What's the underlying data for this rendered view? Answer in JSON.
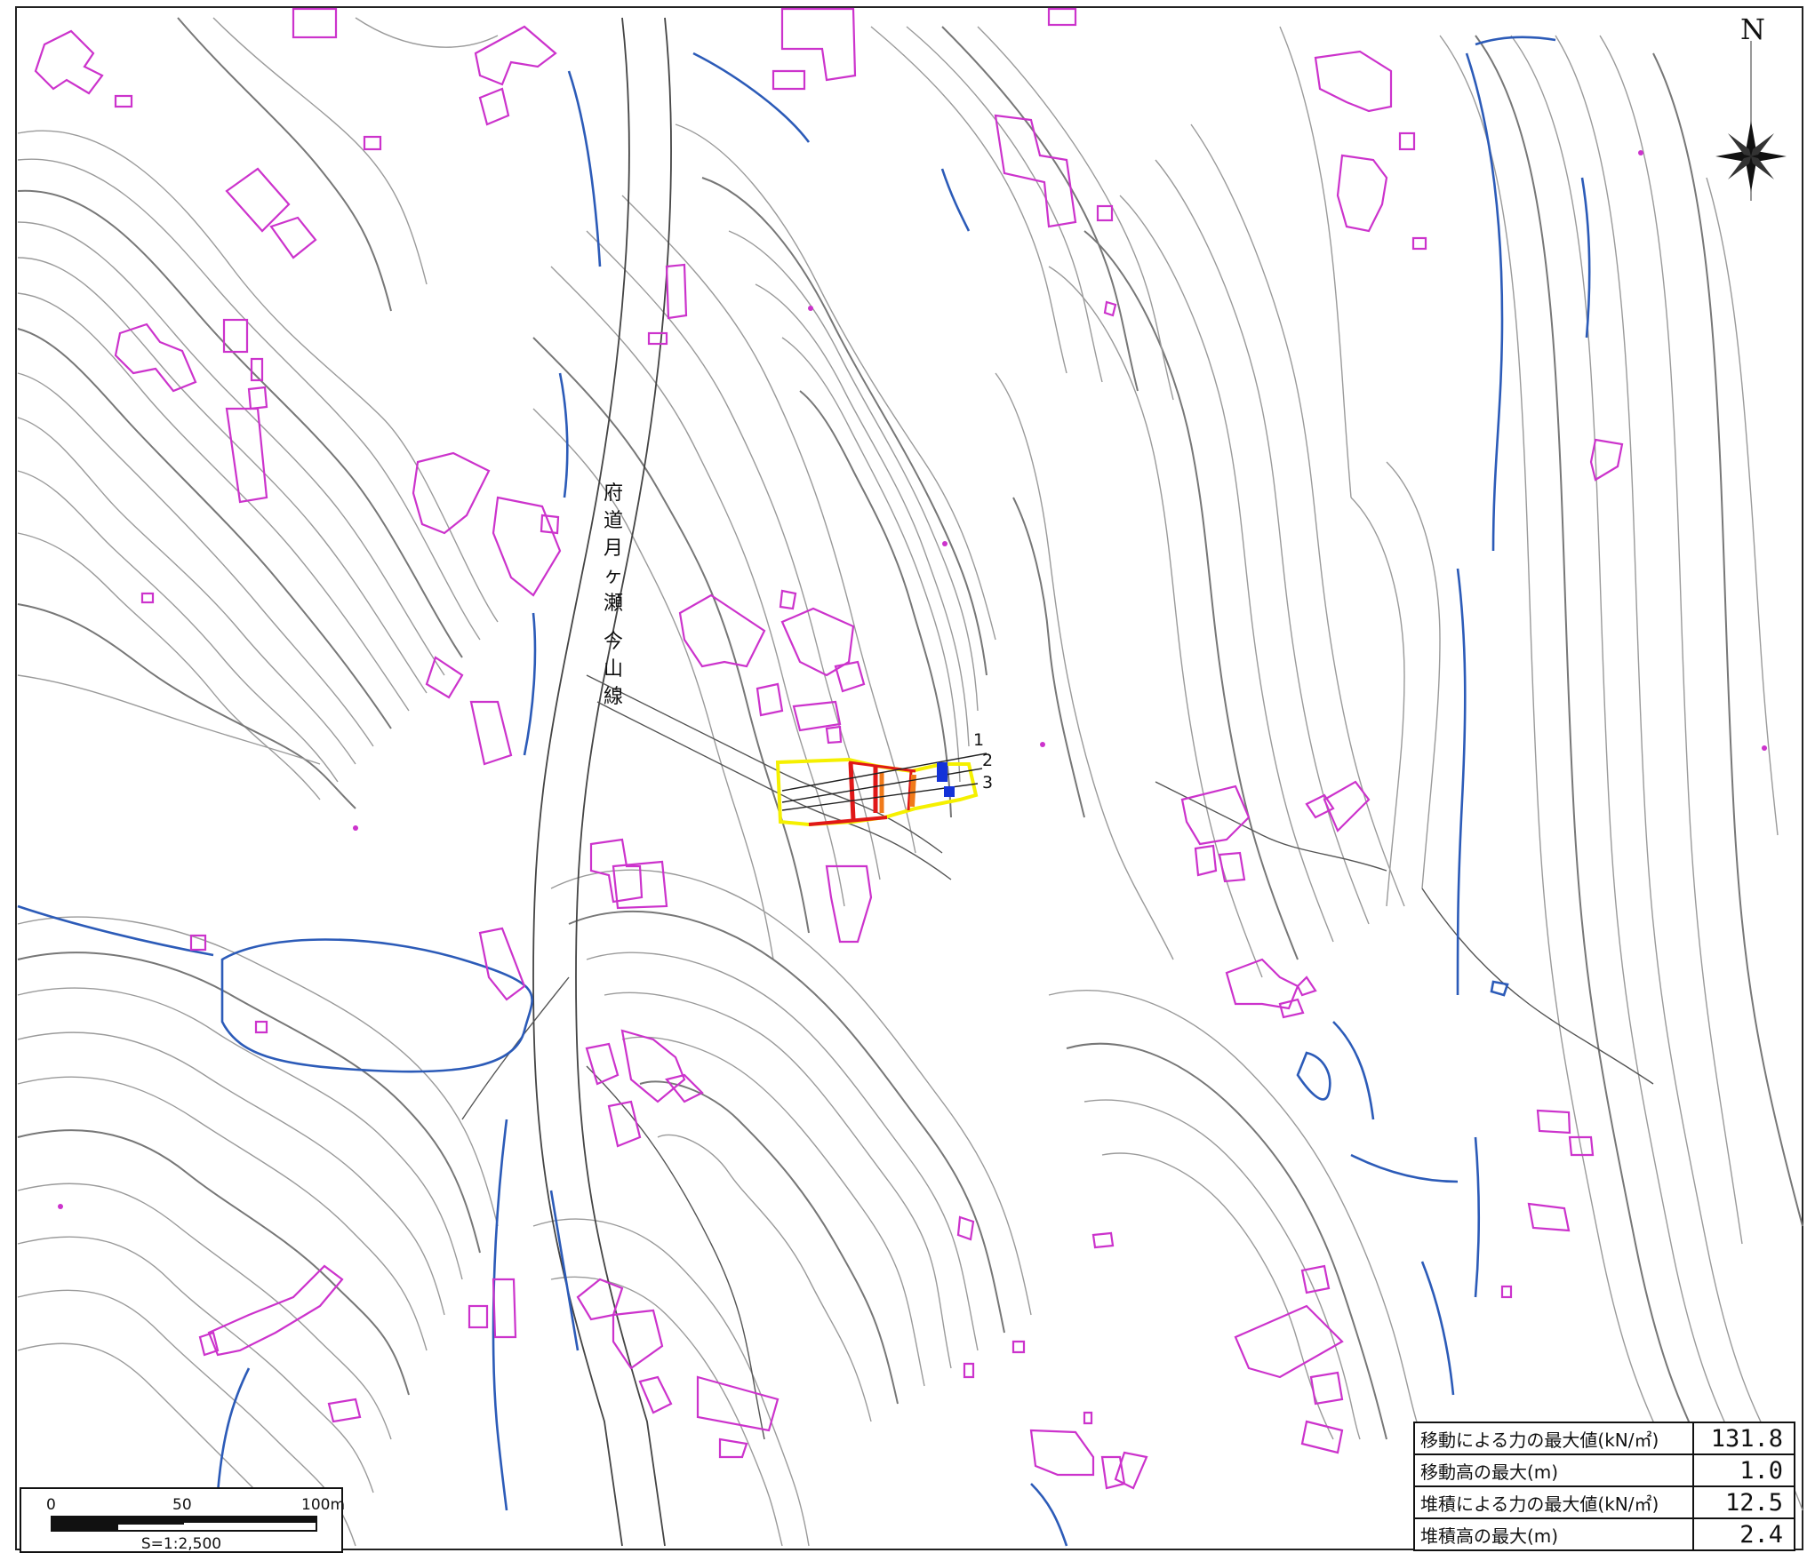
{
  "map": {
    "road_name_chars": [
      "府",
      "道",
      "月",
      "ヶ",
      "瀬",
      "今",
      "山",
      "線"
    ],
    "section_numbers": [
      "1",
      "2",
      "3"
    ],
    "north_label": "N",
    "colors": {
      "contour": "#9a9a9a",
      "index_contour": "#777777",
      "water": "#2c5bb8",
      "building": "#cc33cc",
      "zone_yellow": "#f5f000",
      "zone_red": "#e01818",
      "zone_orange": "#f07a1a",
      "marker_blue": "#1432d8"
    },
    "icons": [
      "compass-rose-icon",
      "scale-bar-icon"
    ]
  },
  "scale": {
    "ticks": [
      "0",
      "50",
      "100m"
    ],
    "ratio": "S=1:2,500"
  },
  "results": [
    {
      "label": "移動による力の最大値(kN/㎡)",
      "value": "131.8"
    },
    {
      "label": "移動高の最大(m)",
      "value": "1.0"
    },
    {
      "label": "堆積による力の最大値(kN/㎡)",
      "value": "12.5"
    },
    {
      "label": "堆積高の最大(m)",
      "value": "2.4"
    }
  ]
}
